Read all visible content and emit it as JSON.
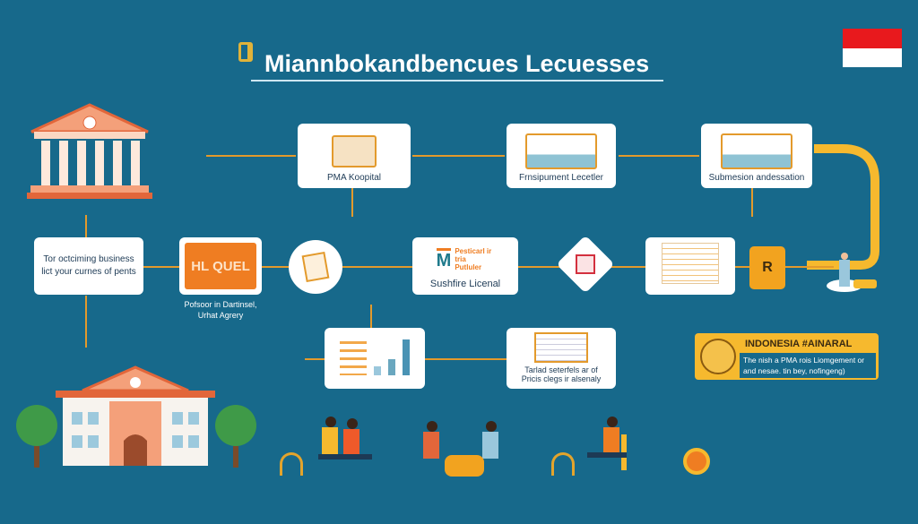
{
  "header": {
    "title": "Miannbokandbencues Lecuesses",
    "flag_colors": [
      "#e8191d",
      "#ffffff"
    ]
  },
  "row1": [
    {
      "label": "PMA Koopital"
    },
    {
      "label": "Frnsipument Lecetler"
    },
    {
      "label": "Submesion andessation"
    }
  ],
  "row2": {
    "info_box": "Tor octciming business lict your curnes of pents",
    "hl_card_text": "HL QUEL",
    "hl_caption": "Pofsoor in Dartinsel, Urhat Agrery",
    "license_logo_text": "Pesticarl ir tria Putluler",
    "license_label": "Sushfire Licenal",
    "badge_letter": "R"
  },
  "row3": [
    {
      "label": "Tarlad seterfels ar of Pricis clegs ir alsenaly"
    }
  ],
  "indonesia": {
    "title": "INDONESIA #AINARAL",
    "text": "The nish a PMA rois Liomgement or and nesae. tin bey, nofingeng)"
  },
  "colors": {
    "background": "#17698b",
    "accent": "#e39a2c",
    "yellow": "#f6b92e",
    "orange": "#ef7d22"
  }
}
